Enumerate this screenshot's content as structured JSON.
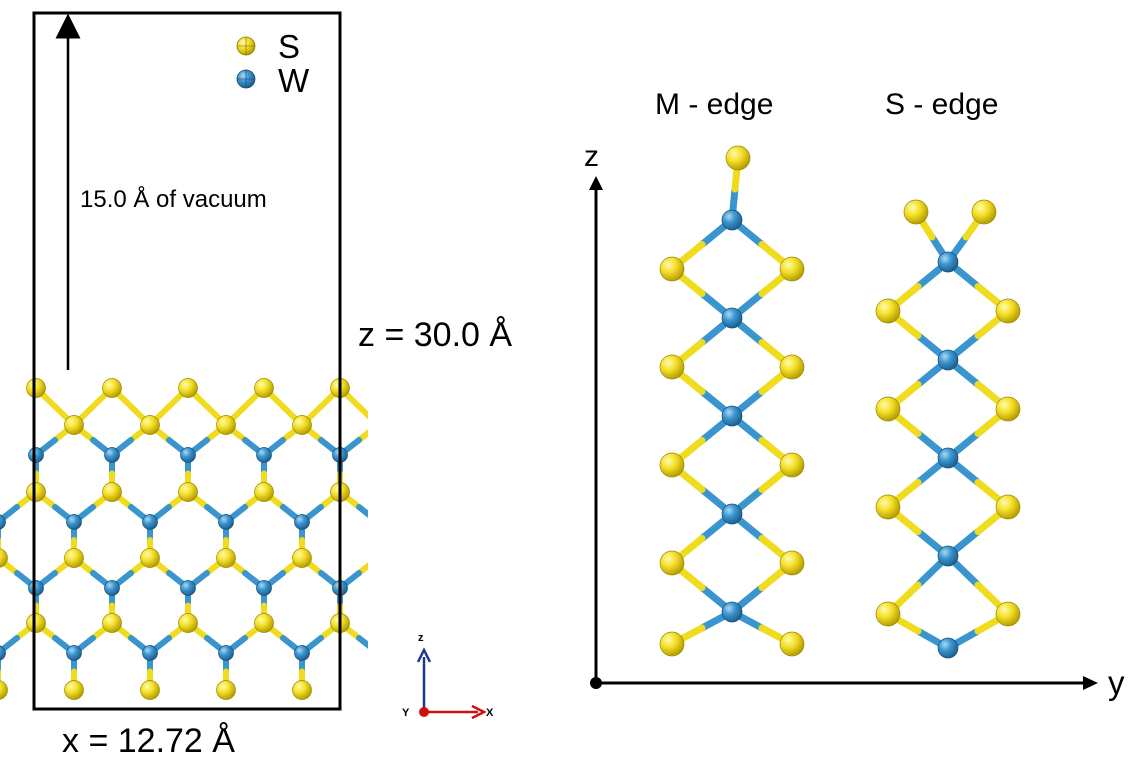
{
  "legend": {
    "items": [
      {
        "symbol": "S",
        "color": "#f0dc1e"
      },
      {
        "symbol": "W",
        "color": "#3a95cf"
      }
    ]
  },
  "cell": {
    "vacuum_label": "15.0 Å of vacuum",
    "z_label": "z = 30.0 Å",
    "x_label": "x = 12.72 Å"
  },
  "mini_axes": {
    "up": "z",
    "left": "Y",
    "right": "X"
  },
  "side_view": {
    "titles": [
      "M - edge",
      "S - edge"
    ],
    "axis_vertical": "z",
    "axis_horizontal": "y"
  },
  "colors": {
    "sulfur": "#f0dc1e",
    "tungsten": "#3a95cf",
    "frame": "#000000",
    "mini_axis_z": "#1b3a8c",
    "mini_axis_x": "#cc1111"
  }
}
